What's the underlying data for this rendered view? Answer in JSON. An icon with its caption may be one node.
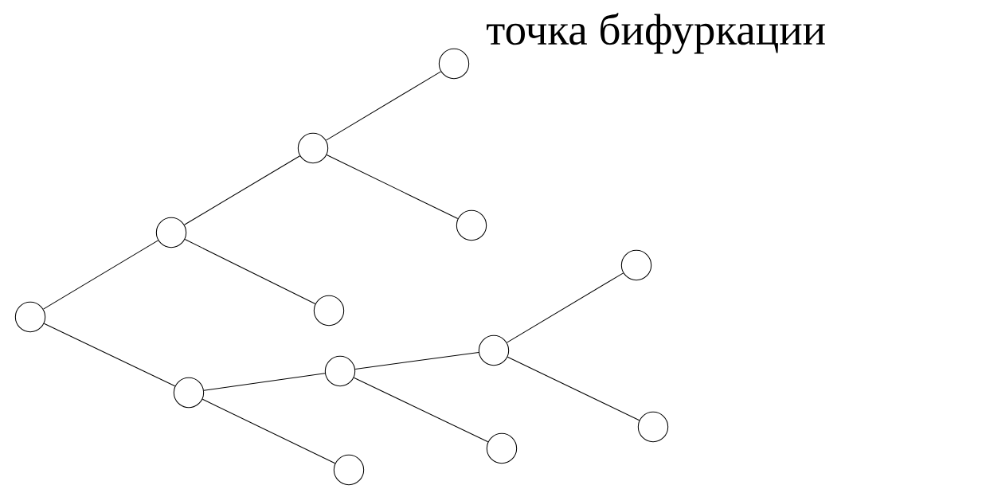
{
  "diagram": {
    "nodes": [
      {
        "text": [],
        "shape": "circle"
      },
      {
        "text": [],
        "shape": "circle"
      },
      {
        "text": [],
        "shape": "circle"
      },
      {
        "text": [],
        "shape": "circle"
      },
      {
        "text": [],
        "shape": "circle"
      },
      {
        "text": [],
        "shape": "circle"
      },
      {
        "text": [],
        "shape": "circle"
      },
      {
        "text": [],
        "shape": "circle"
      },
      {
        "text": [],
        "shape": "circle"
      },
      {
        "text": [],
        "shape": "circle"
      },
      {
        "text": [],
        "shape": "circle"
      },
      {
        "text": [],
        "shape": "circle"
      },
      {
        "text": [],
        "shape": "circle"
      }
    ],
    "edges": [
      {
        "from": 0,
        "to": 1,
        "arrow": "none"
      },
      {
        "from": 1,
        "to": 2,
        "arrow": "none"
      },
      {
        "from": 2,
        "to": 3,
        "arrow": "none"
      },
      {
        "from": 2,
        "to": 4,
        "arrow": "none"
      },
      {
        "from": 1,
        "to": 5,
        "arrow": "none"
      },
      {
        "from": 0,
        "to": 6,
        "arrow": "none"
      },
      {
        "from": 6,
        "to": 7,
        "arrow": "none"
      },
      {
        "from": 7,
        "to": 8,
        "arrow": "none"
      },
      {
        "from": 8,
        "to": 9,
        "arrow": "none"
      },
      {
        "from": 8,
        "to": 10,
        "arrow": "none"
      },
      {
        "from": 7,
        "to": 11,
        "arrow": "none"
      },
      {
        "from": 6,
        "to": 12,
        "arrow": "none"
      }
    ],
    "labels": [
      "точка бифуркации"
    ]
  }
}
